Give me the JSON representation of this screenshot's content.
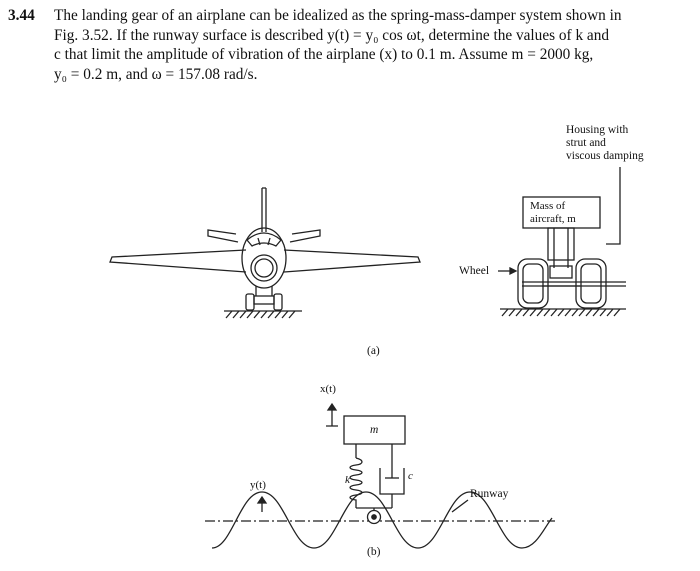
{
  "problem": {
    "number": "3.44",
    "lines": [
      "The landing gear of an airplane can be idealized as the spring-mass-damper system shown in",
      "Fig. 3.52. If the runway surface is described y(t) = y₀ cos ωt, determine the values of k and",
      "c that limit the amplitude of vibration of the airplane (x) to 0.1 m. Assume m = 2000 kg,",
      "y₀ = 0.2 m, and ω = 157.08 rad/s."
    ]
  },
  "figure": {
    "housing_label": [
      "Housing with",
      "strut and",
      "viscous damping"
    ],
    "mass_label": [
      "Mass of",
      "aircraft, m"
    ],
    "wheel_label": "Wheel",
    "caption_a": "(a)",
    "caption_b": "(b)",
    "x_label": "x(t)",
    "y_label": "y(t)",
    "mass_symbol": "m",
    "k_label": "k",
    "c_label": "c",
    "runway_label": "Runway"
  }
}
